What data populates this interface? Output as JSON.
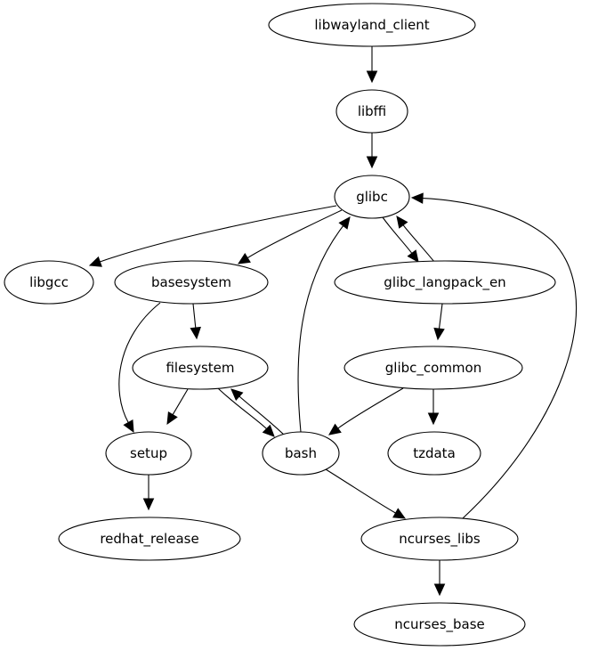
{
  "diagram": {
    "type": "directed-graph",
    "colors": {
      "background": "#ffffff",
      "stroke": "#000000",
      "node_fill": "#ffffff"
    },
    "nodes": [
      {
        "id": "libwayland_client",
        "label": "libwayland_client"
      },
      {
        "id": "libffi",
        "label": "libffi"
      },
      {
        "id": "glibc",
        "label": "glibc"
      },
      {
        "id": "libgcc",
        "label": "libgcc"
      },
      {
        "id": "basesystem",
        "label": "basesystem"
      },
      {
        "id": "glibc_langpack_en",
        "label": "glibc_langpack_en"
      },
      {
        "id": "filesystem",
        "label": "filesystem"
      },
      {
        "id": "glibc_common",
        "label": "glibc_common"
      },
      {
        "id": "setup",
        "label": "setup"
      },
      {
        "id": "bash",
        "label": "bash"
      },
      {
        "id": "tzdata",
        "label": "tzdata"
      },
      {
        "id": "redhat_release",
        "label": "redhat_release"
      },
      {
        "id": "ncurses_libs",
        "label": "ncurses_libs"
      },
      {
        "id": "ncurses_base",
        "label": "ncurses_base"
      }
    ],
    "edges": [
      {
        "from": "libwayland_client",
        "to": "libffi"
      },
      {
        "from": "libffi",
        "to": "glibc"
      },
      {
        "from": "glibc",
        "to": "libgcc"
      },
      {
        "from": "glibc",
        "to": "basesystem"
      },
      {
        "from": "glibc",
        "to": "glibc_langpack_en"
      },
      {
        "from": "glibc_langpack_en",
        "to": "glibc"
      },
      {
        "from": "glibc_langpack_en",
        "to": "glibc_common"
      },
      {
        "from": "basesystem",
        "to": "filesystem"
      },
      {
        "from": "basesystem",
        "to": "setup"
      },
      {
        "from": "filesystem",
        "to": "setup"
      },
      {
        "from": "filesystem",
        "to": "bash"
      },
      {
        "from": "bash",
        "to": "filesystem"
      },
      {
        "from": "bash",
        "to": "glibc"
      },
      {
        "from": "glibc_common",
        "to": "bash"
      },
      {
        "from": "glibc_common",
        "to": "tzdata"
      },
      {
        "from": "setup",
        "to": "redhat_release"
      },
      {
        "from": "bash",
        "to": "ncurses_libs"
      },
      {
        "from": "ncurses_libs",
        "to": "glibc"
      },
      {
        "from": "ncurses_libs",
        "to": "ncurses_base"
      }
    ]
  }
}
